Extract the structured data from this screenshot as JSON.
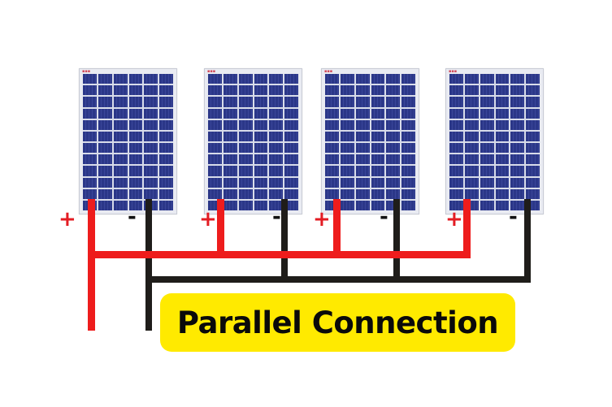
{
  "title": "Parallel Connection",
  "colors": {
    "positive_wire": "#ee1c1c",
    "negative_wire": "#1f1d1a",
    "panel_cell": "#2b3788",
    "panel_frame": "#e9ebf2",
    "label_background": "#ffea00",
    "label_text": "#0a0a0a",
    "background": "#ffffff"
  },
  "panels": [
    {
      "id": "panel-1",
      "brand_mark": "▪▪▪",
      "columns": 6,
      "rows": 12,
      "positive_label": "+",
      "negative_label": "-"
    },
    {
      "id": "panel-2",
      "brand_mark": "▪▪▪",
      "columns": 6,
      "rows": 12,
      "positive_label": "+",
      "negative_label": "-"
    },
    {
      "id": "panel-3",
      "brand_mark": "▪▪▪",
      "columns": 6,
      "rows": 12,
      "positive_label": "+",
      "negative_label": "-"
    },
    {
      "id": "panel-4",
      "brand_mark": "▪▪▪",
      "columns": 6,
      "rows": 12,
      "positive_label": "+",
      "negative_label": "-"
    }
  ],
  "wiring": {
    "positive_bus": "red common line joining all + terminals",
    "negative_bus": "black common line joining all - terminals"
  }
}
